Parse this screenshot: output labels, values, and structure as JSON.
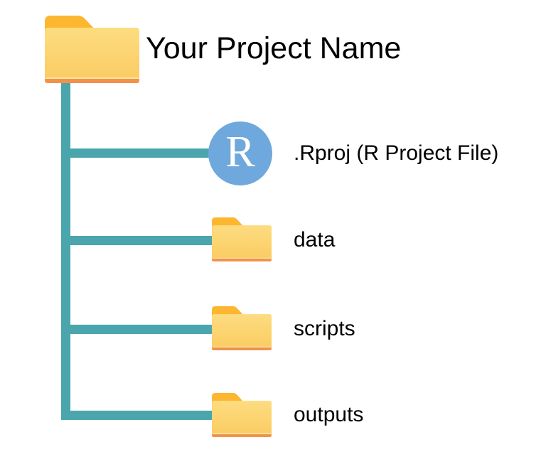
{
  "diagram": {
    "root": {
      "label": "Your Project Name",
      "icon": "folder-icon"
    },
    "children": [
      {
        "label": ".Rproj (R Project File)",
        "icon": "r-project-icon",
        "glyph": "R"
      },
      {
        "label": "data",
        "icon": "folder-icon"
      },
      {
        "label": "scripts",
        "icon": "folder-icon"
      },
      {
        "label": "outputs",
        "icon": "folder-icon"
      }
    ]
  },
  "colors": {
    "connector": "#4AA5AC",
    "text": "#000000",
    "background": "#FFFFFF",
    "folder_tab": "#FCB62F",
    "folder_body_top": "#FDDC80",
    "folder_body_bottom": "#FACB61",
    "folder_bottom_line": "#FBE3A3",
    "folder_bottom_edge": "#F2914B",
    "r_circle_fill": "#6FA8DC",
    "r_letter_color": "#FFFFFF"
  }
}
